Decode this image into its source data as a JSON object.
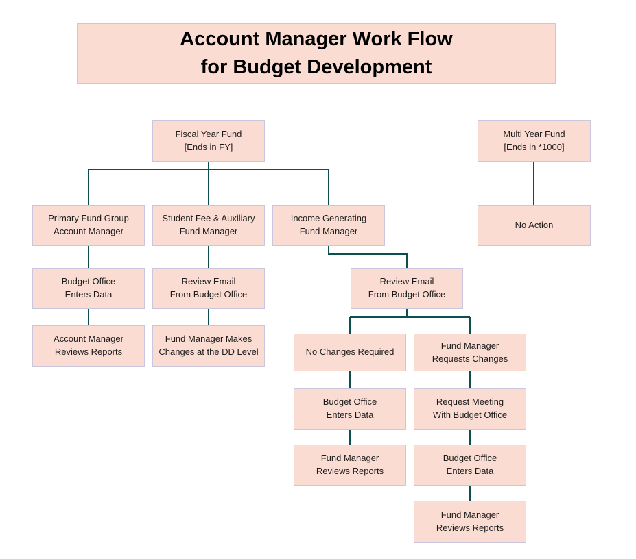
{
  "title": {
    "text": "Account Manager Work Flow\nfor Budget Development"
  },
  "colors": {
    "box_fill": "#fadcd2",
    "box_border": "#c9c6de",
    "connector": "#0d4f4f",
    "title_text": "#000000",
    "box_text": "#1c1c1c",
    "background": "#ffffff"
  },
  "nodes": {
    "fiscal_year_fund": "Fiscal Year Fund\n[Ends in FY]",
    "multi_year_fund": "Multi Year Fund\n[Ends in *1000]",
    "primary_fund_group": "Primary Fund Group\nAccount Manager",
    "student_fee_auxiliary": "Student Fee & Auxiliary\nFund Manager",
    "income_generating": "Income Generating\nFund Manager",
    "no_action": "No Action",
    "budget_office_enters_data_1": "Budget Office\nEnters Data",
    "review_email_1": "Review Email\nFrom Budget Office",
    "review_email_2": "Review Email\nFrom Budget Office",
    "account_manager_reviews_reports": "Account Manager\nReviews Reports",
    "fund_manager_makes_changes": "Fund Manager Makes\nChanges at the DD Level",
    "no_changes_required": "No Changes Required",
    "fund_manager_requests_changes": "Fund Manager\nRequests Changes",
    "budget_office_enters_data_2": "Budget Office\nEnters Data",
    "request_meeting": "Request Meeting\nWith Budget Office",
    "fund_manager_reviews_reports_1": "Fund Manager\nReviews Reports",
    "budget_office_enters_data_3": "Budget Office\nEnters Data",
    "fund_manager_reviews_reports_2": "Fund Manager\nReviews Reports"
  },
  "edges": [
    {
      "from": "fiscal_year_fund",
      "to": "primary_fund_group"
    },
    {
      "from": "fiscal_year_fund",
      "to": "student_fee_auxiliary"
    },
    {
      "from": "fiscal_year_fund",
      "to": "income_generating"
    },
    {
      "from": "multi_year_fund",
      "to": "no_action"
    },
    {
      "from": "primary_fund_group",
      "to": "budget_office_enters_data_1"
    },
    {
      "from": "student_fee_auxiliary",
      "to": "review_email_1"
    },
    {
      "from": "income_generating",
      "to": "review_email_2"
    },
    {
      "from": "budget_office_enters_data_1",
      "to": "account_manager_reviews_reports"
    },
    {
      "from": "review_email_1",
      "to": "fund_manager_makes_changes"
    },
    {
      "from": "review_email_2",
      "to": "no_changes_required"
    },
    {
      "from": "review_email_2",
      "to": "fund_manager_requests_changes"
    },
    {
      "from": "no_changes_required",
      "to": "budget_office_enters_data_2"
    },
    {
      "from": "fund_manager_requests_changes",
      "to": "request_meeting"
    },
    {
      "from": "budget_office_enters_data_2",
      "to": "fund_manager_reviews_reports_1"
    },
    {
      "from": "request_meeting",
      "to": "budget_office_enters_data_3"
    },
    {
      "from": "budget_office_enters_data_3",
      "to": "fund_manager_reviews_reports_2"
    }
  ]
}
